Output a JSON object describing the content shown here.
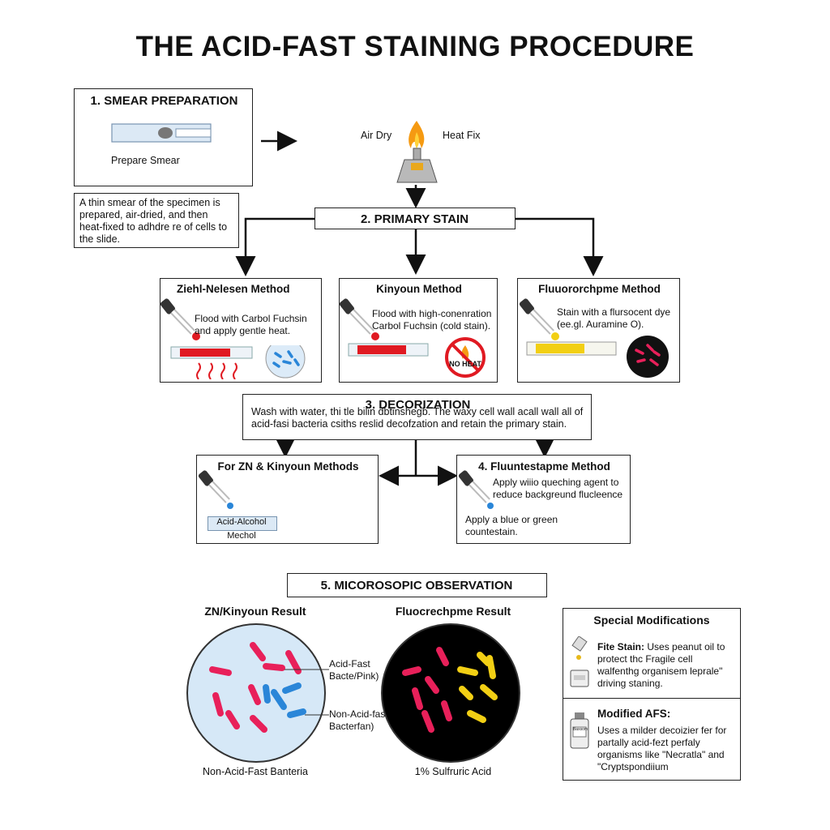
{
  "title": "THE ACID-FAST STAINING PROCEDURE",
  "step1": {
    "heading": "1. SMEAR PREPARATION",
    "caption": "Prepare Smear",
    "air_dry": "Air Dry",
    "heat_fix": "Heat Fix",
    "note": "A thin smear of the specimen is prepared, air-dried, and then heat-fixed to adhdre re of cells to the slide."
  },
  "step2": {
    "heading": "2. PRIMARY STAIN",
    "methods": [
      {
        "title": "Ziehl-Nelesen Method",
        "text": "Flood with Carbol Fuchsin and apply gentle heat."
      },
      {
        "title": "Kinyoun Method",
        "text": "Flood with high-conenration Carbol Fuchsin (cold stain).",
        "badge": "NO HEAT"
      },
      {
        "title": "Fluuororchpme Method",
        "text": "Stain with a flursocent dye (ee.gl. Auramine O)."
      }
    ]
  },
  "step3": {
    "heading": "3. DECORIZATION",
    "text": "Wash with water, thi tle bilin dbtinshegb.  The waxy cell wall acall wall all of acid-fasi bacteria csiths reslid decofzation and retain the primary stain.",
    "left": {
      "title": "For ZN & Kinyoun Methods",
      "slide_label": "Acid-Alcohol",
      "sub": "Mechol"
    },
    "right": {
      "title": "4. Fluuntestapme Method",
      "line1": "Apply wiiio queching agent to reduce backgreund flucleence",
      "line2": "Apply a blue or green countestain."
    }
  },
  "step5": {
    "heading": "5. MICOROSOPIC OBSERVATION",
    "zn_title": "ZN/Kinyoun Result",
    "zn_label_af": "Acid-Fast Bacte/Pink)",
    "zn_label_naf": "Non-Acid-fast Bacterfan)",
    "zn_caption": "Non-Acid-Fast Banteria",
    "fl_title": "Fluocrechpme Result",
    "fl_caption": "1% Sulfruric Acid"
  },
  "special": {
    "heading": "Special Modifications",
    "fite_title": "Fite Stain:",
    "fite_text": "Uses peanut oil to protect thc Fragile cell walfenthg organisem leprale\" driving staning.",
    "afs_title": "Modified AFS:",
    "afs_text": "Uses a milder decoizier fer for partally acid-fezt perfaly organisms like \"Necratla\" and \"Cryptspondiium",
    "bottle_label": "Baxsom"
  },
  "colors": {
    "red": "#e01a22",
    "pink": "#e8205a",
    "blue": "#2a86d8",
    "yellow": "#f2cf14",
    "slide": "#dce9f5"
  }
}
